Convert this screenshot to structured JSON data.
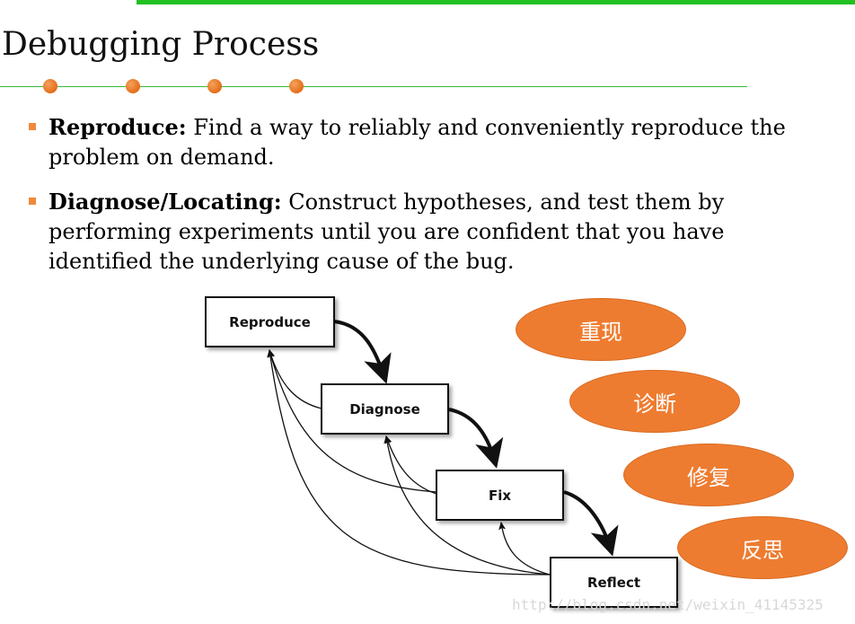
{
  "slide": {
    "title": "Debugging Process",
    "bullets": [
      {
        "term": "Reproduce:",
        "text": " Find a way to reliably and conveniently reproduce the problem on demand."
      },
      {
        "term": "Diagnose/Locating:",
        "text": " Construct hypotheses, and test them by performing experiments until you are confident that you have identified the underlying cause of the bug."
      }
    ],
    "accent_colors": {
      "top_bar": "#22c022",
      "rule": "#3cb83c",
      "dots": "#e36d1a",
      "bullet": "#f08a3a",
      "ellipse": "#ee7c30"
    }
  },
  "diagram": {
    "stages": [
      "Reproduce",
      "Diagnose",
      "Fix",
      "Reflect"
    ],
    "labels_cn": [
      "重现",
      "诊断",
      "修复",
      "反思"
    ]
  },
  "watermark": "http://blog.csdn.net/weixin_41145325"
}
